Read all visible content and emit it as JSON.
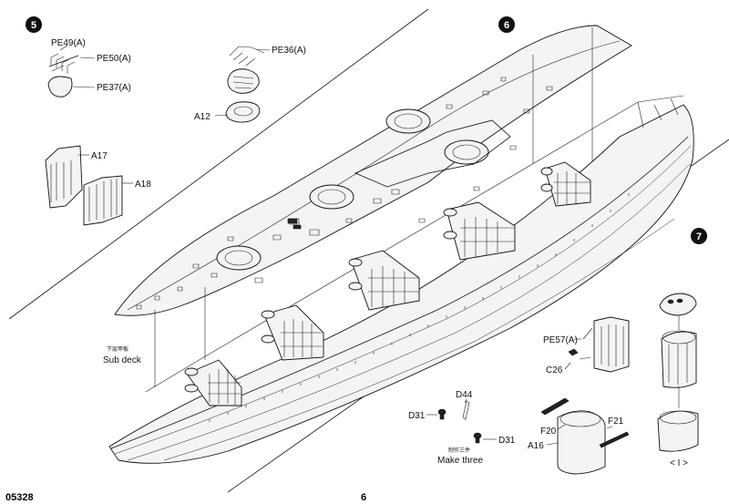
{
  "page": {
    "code": "05328",
    "number": "6"
  },
  "steps": {
    "s5": "5",
    "s6": "6",
    "s7": "7"
  },
  "parts": {
    "pe49": "PE49(A)",
    "pe50": "PE50(A)",
    "pe37": "PE37(A)",
    "pe36": "PE36(A)",
    "a12": "A12",
    "a17": "A17",
    "a18": "A18",
    "pe57": "PE57(A)",
    "c26": "C26",
    "d44": "D44",
    "d31_left": "D31",
    "d31_right": "D31",
    "f20": "F20",
    "f21": "F21",
    "a16": "A16"
  },
  "notes": {
    "subdeck_cn": "下层甲板",
    "subdeck_en": "Sub deck",
    "makethree_cn": "制作三件",
    "makethree_en": "Make three",
    "marker": "< I >"
  }
}
